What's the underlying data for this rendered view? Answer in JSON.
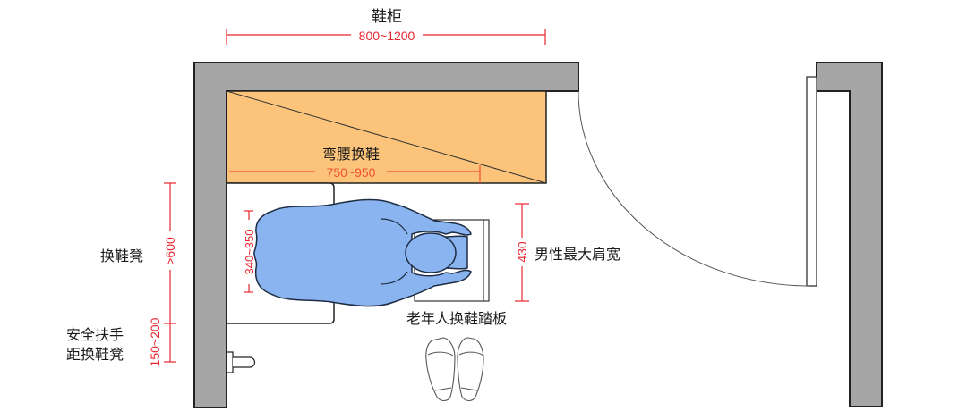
{
  "labels": {
    "cabinet_title": "鞋柜",
    "bending_area": "弯腰换鞋",
    "bench": "换鞋凳",
    "handrail_line1": "安全扶手",
    "handrail_line2": "距换鞋凳",
    "shoulder_width": "男性最大肩宽",
    "mat": "老年人换鞋踏板"
  },
  "dimensions": {
    "cabinet_width": "800~1200",
    "bending_depth": "750~950",
    "bench_length": ">600",
    "handrail_distance": "150~200",
    "bench_depth": "340~350",
    "shoulder": "430"
  },
  "colors": {
    "wall": "#a6a6a6",
    "cabinet": "#fbc47a",
    "person": "#8ab4f0",
    "dimension_red": "#e8262f",
    "dimension_orange": "#f0502c",
    "outline": "#222222"
  }
}
